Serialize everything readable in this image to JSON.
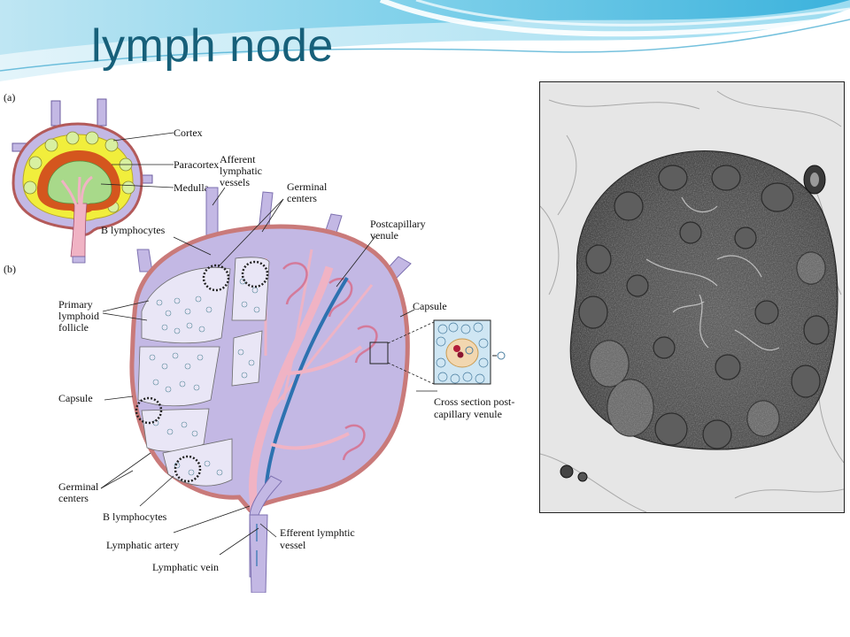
{
  "slide": {
    "title": "lymph node",
    "colors": {
      "title": "#17607a",
      "wave": "#5fc3e0",
      "node_fill": "#c3b8e4",
      "capsule": "#c97a7a",
      "cortex_yellow": "#f1ee3c",
      "medulla_green": "#a8d98a",
      "paracortex_orange": "#d4561e",
      "vessel": "#f0b3c4",
      "vein": "#2d72b0"
    }
  },
  "diagram": {
    "panel_a_label": "(a)",
    "panel_b_label": "(b)",
    "panel_a_labels": {
      "cortex": "Cortex",
      "paracortex": "Paracortex",
      "medulla": "Medulla"
    },
    "panel_b_labels": {
      "afferent": [
        "Afferent",
        "lymphatic",
        "vessels"
      ],
      "germinal_top": [
        "Germinal",
        "centers"
      ],
      "b_lymph_top": "B lymphocytes",
      "postcapillary": [
        "Postcapillary",
        "venule"
      ],
      "capsule_right": "Capsule",
      "primary_follicle": [
        "Primary",
        "lymphoid",
        "follicle"
      ],
      "capsule_left": "Capsule",
      "cross_section": [
        "Cross section post-",
        "capillary venule"
      ],
      "germinal_bottom": [
        "Germinal",
        "centers"
      ],
      "b_lymph_bottom": "B lymphocytes",
      "lymph_artery": "Lymphatic artery",
      "efferent": [
        "Efferent lymphtic",
        "vessel"
      ],
      "lymph_vein": "Lymphatic vein"
    }
  }
}
